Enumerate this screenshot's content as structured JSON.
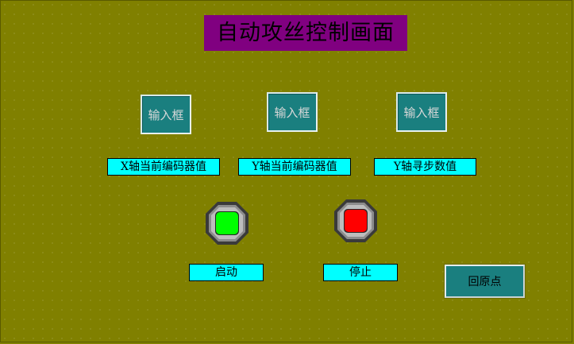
{
  "title": "自动攻丝控制画面",
  "inputs": [
    {
      "placeholder": "输入框"
    },
    {
      "placeholder": "输入框"
    },
    {
      "placeholder": "输入框"
    }
  ],
  "labels": {
    "x_encoder": "X轴当前编码器值",
    "y_encoder": "Y轴当前编码器值",
    "y_seek": "Y轴寻步数值",
    "start": "启动",
    "stop": "停止"
  },
  "lamps": {
    "start_color": "#00ff00",
    "stop_color": "#ff0000"
  },
  "home_button": "回原点",
  "colors": {
    "background": "#808000",
    "title_bg": "#800080",
    "input_bg": "#1a7f7f",
    "label_bg": "#00ffff"
  }
}
